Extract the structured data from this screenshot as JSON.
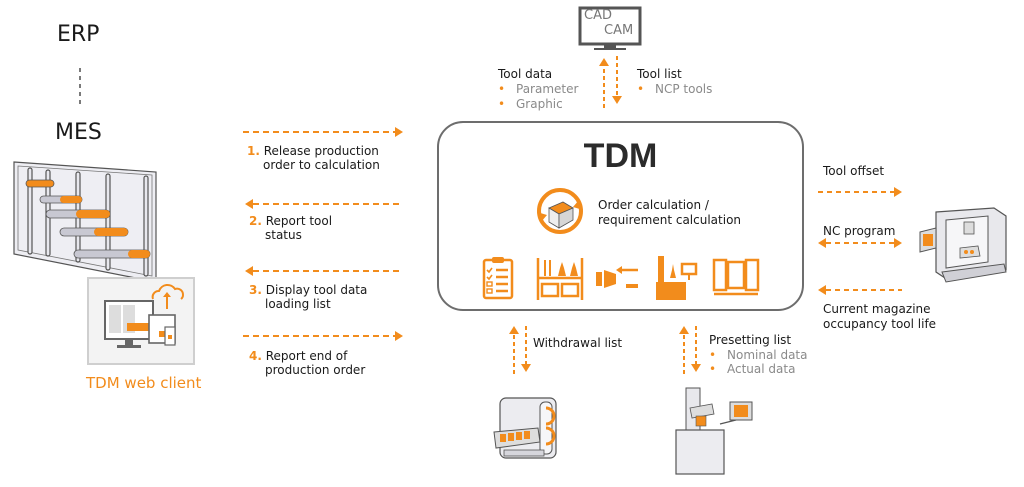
{
  "left": {
    "erp_label": "ERP",
    "mes_label": "MES",
    "web_client_label": "TDM web client"
  },
  "mes_flows": [
    {
      "number": "1.",
      "line1": "Release production",
      "line2": "order to calculation",
      "direction": "right"
    },
    {
      "number": "2.",
      "line1": "Report tool",
      "line2": "status",
      "direction": "left"
    },
    {
      "number": "3.",
      "line1": "Display tool data",
      "line2": "loading list",
      "direction": "left"
    },
    {
      "number": "4.",
      "line1": "Report end of",
      "line2": "production order",
      "direction": "right"
    }
  ],
  "cadcam": {
    "screen_line1": "CAD",
    "screen_line2": "CAM",
    "tool_data_title": "Tool data",
    "tool_data_items": [
      "Parameter",
      "Graphic"
    ],
    "tool_list_title": "Tool list",
    "tool_list_items": [
      "NCP tools"
    ],
    "bullet": "•"
  },
  "tdm": {
    "title": "TDM",
    "calc_line1": "Order calculation /",
    "calc_line2": "requirement calculation",
    "icons": [
      "clipboard-checklist-icon",
      "tool-storage-rack-icon",
      "tool-loading-arrow-icon",
      "presetting-machine-icon",
      "tool-cabinet-icon"
    ]
  },
  "machine": {
    "tool_offset": "Tool offset",
    "nc_program": "NC program",
    "magazine_line1": "Current magazine",
    "magazine_line2": "occupancy tool life"
  },
  "bottom": {
    "withdrawal_list": "Withdrawal list",
    "presetting_title": "Presetting list",
    "presetting_items": [
      "Nominal data",
      "Actual data"
    ]
  },
  "colors": {
    "accent": "#f28c1c",
    "box_border": "#6d6d6d",
    "text": "#1a1a1a",
    "subtext": "#8a8a8a"
  }
}
